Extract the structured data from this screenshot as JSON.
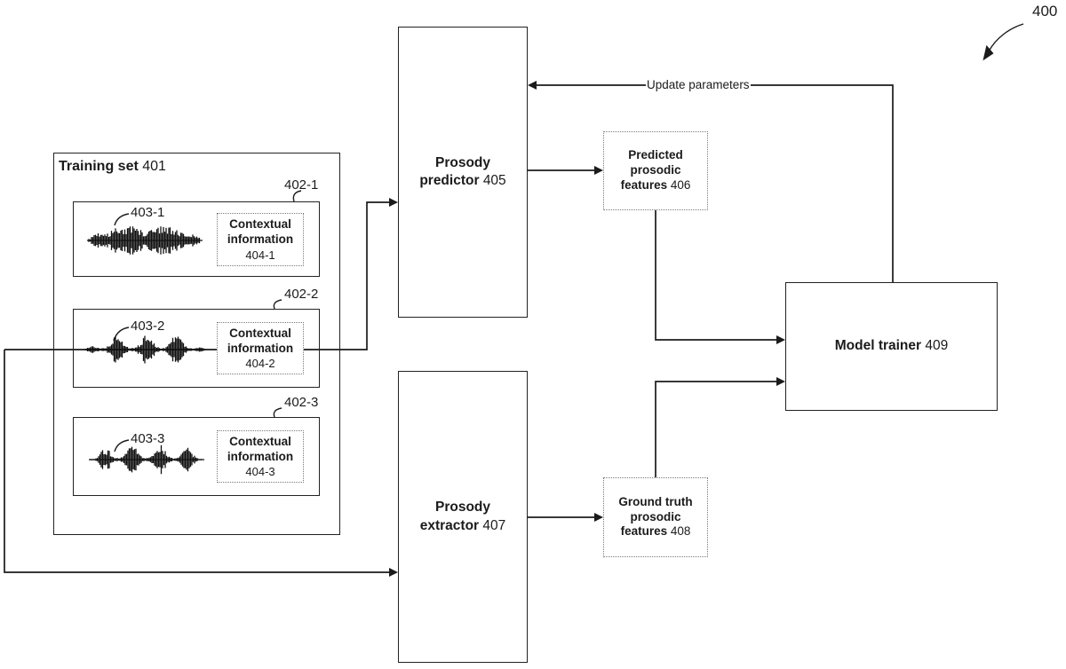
{
  "figure": {
    "ref": "400"
  },
  "training_set": {
    "title": "Training set",
    "ref": "401",
    "samples": [
      {
        "ref": "402-1",
        "waveform_ref": "403-1",
        "context": {
          "title": "Contextual information",
          "ref": "404-1"
        }
      },
      {
        "ref": "402-2",
        "waveform_ref": "403-2",
        "context": {
          "title": "Contextual information",
          "ref": "404-2"
        }
      },
      {
        "ref": "402-3",
        "waveform_ref": "403-3",
        "context": {
          "title": "Contextual information",
          "ref": "404-3"
        }
      }
    ]
  },
  "nodes": {
    "prosody_predictor": {
      "title": "Prosody predictor",
      "ref": "405"
    },
    "predicted_features": {
      "title": "Predicted prosodic features",
      "ref": "406"
    },
    "prosody_extractor": {
      "title": "Prosody extractor",
      "ref": "407"
    },
    "ground_truth_features": {
      "title": "Ground truth prosodic features",
      "ref": "408"
    },
    "model_trainer": {
      "title": "Model trainer",
      "ref": "409"
    }
  },
  "edges": {
    "update_parameters_label": "Update parameters"
  },
  "colors": {
    "ink": "#1b1b1b",
    "dotted_border": "#7a7a7a",
    "background": "#ffffff"
  }
}
